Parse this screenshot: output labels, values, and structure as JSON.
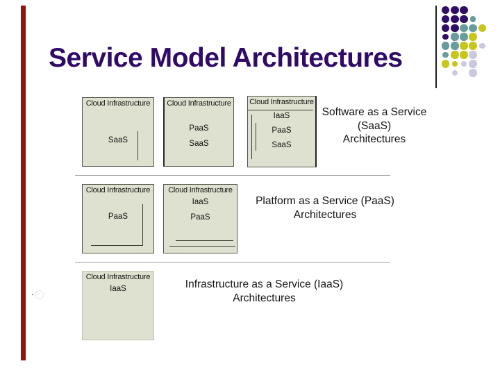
{
  "title": "Service Model Architectures",
  "stray_period": ".",
  "colors": {
    "title_text": "#2f0b67",
    "accent_bar": "#8e1414",
    "box_fill": "#dee1cf",
    "box_border": "#55554a",
    "divider_line": "#9b9b9b"
  },
  "decor": {
    "dot_colors": {
      "purple": "#2f0e66",
      "teal": "#699c9c",
      "yellow": "#c6c61d",
      "lavender": "#c9c9e0"
    },
    "dot_rows": [
      "PPP..",
      "PPPt.",
      "PPTTY",
      "pTTY.",
      "TTYYl",
      "tYYL.",
      "YylL.",
      ".l.L."
    ]
  },
  "rows": [
    {
      "caption": [
        "Software as a Service",
        "(SaaS)",
        "Architectures"
      ],
      "boxes": [
        {
          "header": "Cloud Infrastructure",
          "layers": [
            "SaaS"
          ]
        },
        {
          "header": "Cloud Infrastructure",
          "layers": [
            "PaaS",
            "SaaS"
          ]
        },
        {
          "header": "Cloud Infrastructure",
          "layers": [
            "IaaS",
            "PaaS",
            "SaaS"
          ]
        }
      ]
    },
    {
      "caption": [
        "Platform as a Service (PaaS)",
        "Architectures"
      ],
      "boxes": [
        {
          "header": "Cloud Infrastructure",
          "layers": [
            "PaaS"
          ]
        },
        {
          "header": "Cloud Infrastructure",
          "layers": [
            "IaaS",
            "PaaS"
          ]
        }
      ]
    },
    {
      "caption": [
        "Infrastructure as a Service (IaaS)",
        "Architectures"
      ],
      "boxes": [
        {
          "header": "Cloud Infrastructure",
          "layers": [
            "IaaS"
          ]
        }
      ]
    }
  ]
}
